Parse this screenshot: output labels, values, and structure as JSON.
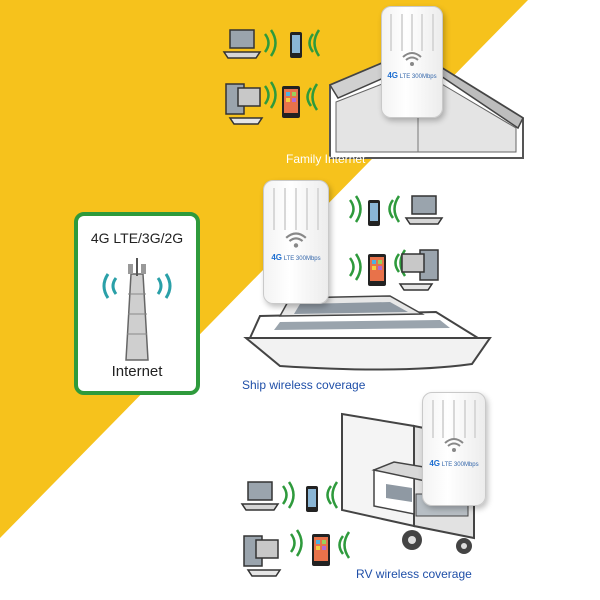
{
  "colors": {
    "yellow": "#f6c21c",
    "white": "#ffffff",
    "caption_blue": "#1f4fa8",
    "green_frame": "#2e9a3c"
  },
  "tower": {
    "label": "4G LTE/3G/2G",
    "caption": "Internet",
    "icon": "cell-tower-icon"
  },
  "scenes": {
    "family": {
      "caption": "Family Internet",
      "icon": "house-icon"
    },
    "ship": {
      "caption": "Ship wireless coverage",
      "icon": "yacht-icon"
    },
    "rv": {
      "caption": "RV wireless coverage",
      "icon": "rv-truck-icon"
    }
  },
  "router": {
    "brand": "4G",
    "model": "LTE 300Mbps",
    "icon": "outdoor-cpe-router-icon"
  },
  "devices": [
    "laptop-icon",
    "smartphone-icon",
    "desktop-pc-icon",
    "tablet-icon"
  ]
}
